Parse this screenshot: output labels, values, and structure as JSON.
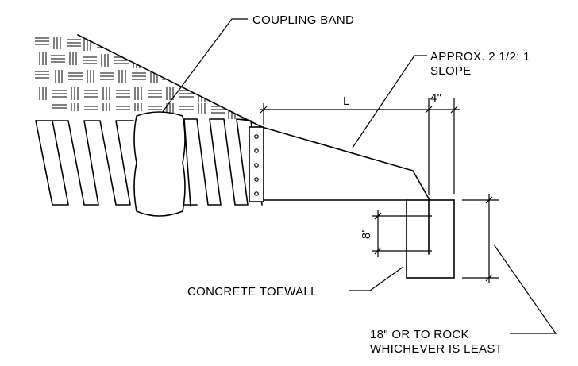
{
  "labels": {
    "coupling_band": "COUPLING BAND",
    "slope_line1": "APPROX. 2 1/2: 1",
    "slope_line2": "SLOPE",
    "dim_l": "L",
    "dim_4": "4\"",
    "dim_8": "8\"",
    "concrete_toewall": "CONCRETE TOEWALL",
    "rock_line1": "18\" OR TO ROCK",
    "rock_line2": "WHICHEVER IS LEAST"
  }
}
